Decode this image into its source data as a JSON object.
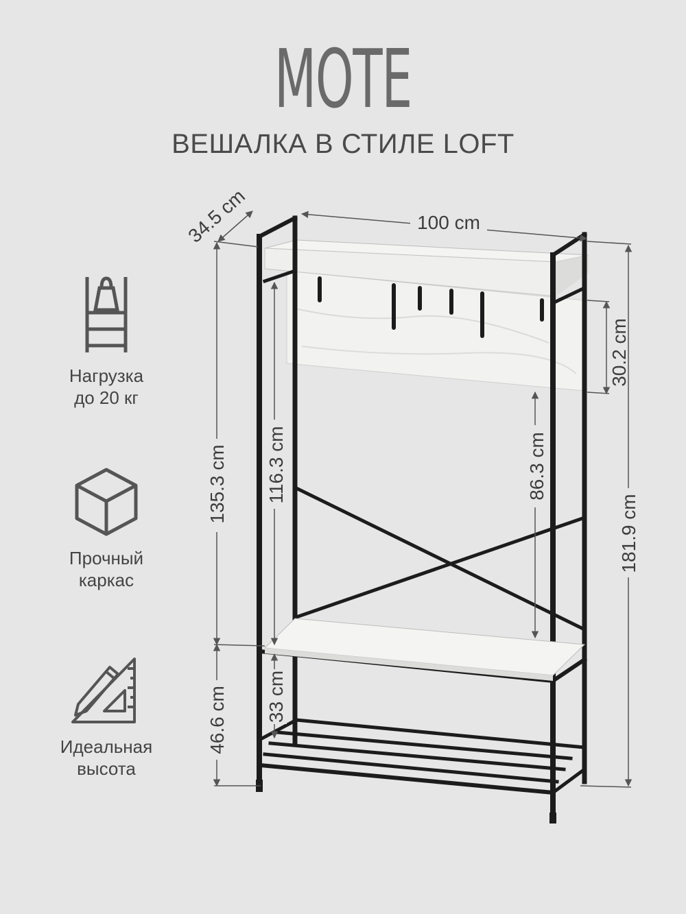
{
  "header": {
    "title": "MOTE",
    "subtitle": "ВЕШАЛКА В СТИЛЕ LOFT"
  },
  "features": [
    {
      "icon": "weight-shelf-icon",
      "line1": "Нагрузка",
      "line2": "до 20 кг"
    },
    {
      "icon": "cube-icon",
      "line1": "Прочный",
      "line2": "каркас"
    },
    {
      "icon": "pencil-ruler-icon",
      "line1": "Идеальная",
      "line2": "высота"
    }
  ],
  "dimensions": {
    "depth": "34.5 cm",
    "width": "100 cm",
    "total_height": "181.9 cm",
    "panel_height": "30.2 cm",
    "bench_to_top": "135.3 cm",
    "bench_height": "46.6 cm",
    "frame_inner": "116.3 cm",
    "hook_clearance": "86.3 cm",
    "shoe_gap": "33 cm"
  },
  "colors": {
    "background": "#e6e6e6",
    "frame": "#1c1c1c",
    "wood": "#f1f1ef",
    "dimension_line": "#555555"
  }
}
